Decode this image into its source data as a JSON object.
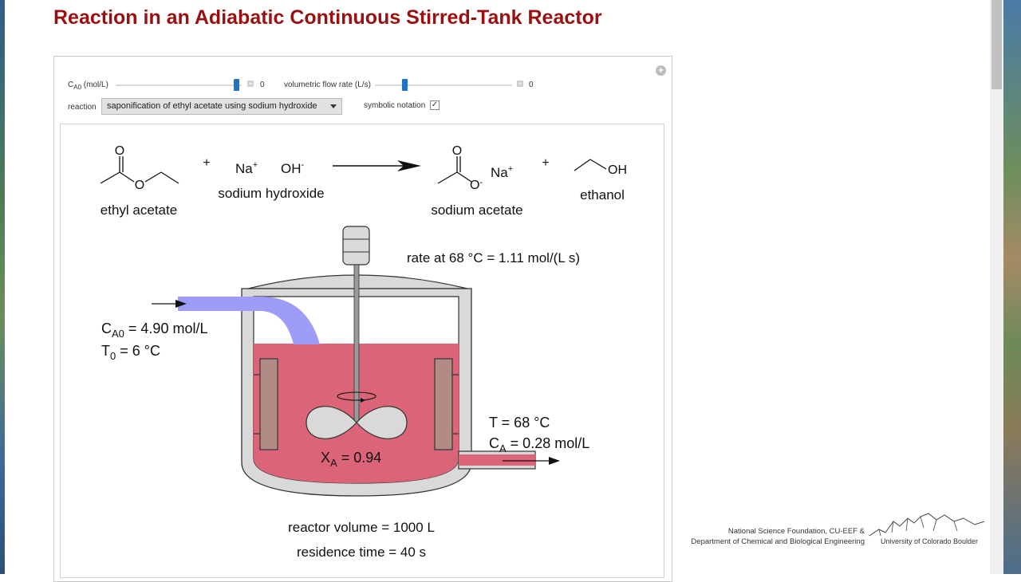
{
  "title": "Reaction in an Adiabatic Continuous Stirred-Tank Reactor",
  "controls": {
    "ca0_label_main": "C",
    "ca0_label_sub": "A0",
    "ca0_label_units": " (mol/L)",
    "ca0_value": "0",
    "flow_label": "volumetric flow rate (L/s)",
    "flow_value": "0",
    "reaction_label": "reaction",
    "reaction_selected": "saponification of ethyl acetate using sodium hydroxide",
    "symbolic_label": "symbolic notation",
    "symbolic_checked": true,
    "check_glyph": "✓",
    "plus_glyph": "+"
  },
  "equation": {
    "reactant1": "ethyl acetate",
    "plus": "+",
    "na_ion": "Na",
    "na_charge": "+",
    "oh_ion": "OH",
    "oh_charge": "-",
    "reactant2": "sodium hydroxide",
    "product1": "sodium acetate",
    "product2": "ethanol",
    "atom_o": "O",
    "atom_oh": "OH"
  },
  "reactor": {
    "rate_text": "rate at 68 °C = 1.11 mol/(L s)",
    "inlet_c_main": "C",
    "inlet_c_sub": "A0",
    "inlet_c_rest": " = 4.90 mol/L",
    "inlet_t_main": "T",
    "inlet_t_sub": "0",
    "inlet_t_rest": " = 6 °C",
    "outlet_t": "T = 68 °C",
    "outlet_c_main": "C",
    "outlet_c_sub": "A",
    "outlet_c_rest": " = 0.28 mol/L",
    "conv_main": "X",
    "conv_sub": "A",
    "conv_rest": " = 0.94",
    "volume_text": "reactor volume = 1000 L",
    "residence_text": "residence time = 40 s"
  },
  "credits": {
    "nsf_line1": "National Science Foundation, CU-EEF &",
    "nsf_line2": "Department of Chemical and Biological Engineering",
    "university": "University of Colorado Boulder"
  },
  "colors": {
    "title": "#9a1010",
    "liquid": "#dc6479",
    "inlet_stream": "#9d9cf7",
    "vessel": "#d9d9d9",
    "slider_thumb": "#1f74c8"
  }
}
